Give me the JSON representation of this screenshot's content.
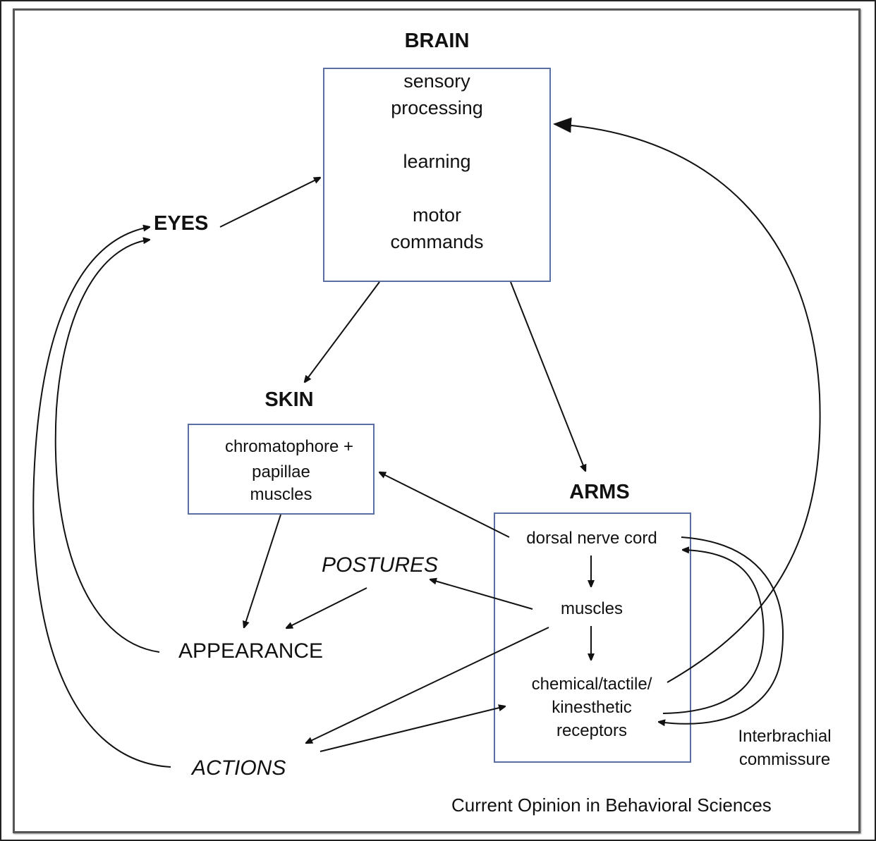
{
  "colors": {
    "box_border": "#5b6ea3",
    "arrow": "#111111",
    "frame": "#555555",
    "text": "#111111"
  },
  "nodes": {
    "brain": {
      "heading": "BRAIN",
      "lines": [
        "sensory",
        "processing",
        "learning",
        "motor",
        "commands"
      ]
    },
    "eyes": {
      "label": "EYES"
    },
    "skin": {
      "heading": "SKIN",
      "lines": [
        "chromatophore +",
        "papillae",
        "muscles"
      ]
    },
    "arms": {
      "heading": "ARMS",
      "dorsal_nerve_cord": "dorsal nerve cord",
      "muscles": "muscles",
      "receptors_lines": [
        "chemical/tactile/",
        "kinesthetic",
        "receptors"
      ]
    },
    "postures": {
      "label": "POSTURES"
    },
    "appearance": {
      "label": "APPEARANCE"
    },
    "actions": {
      "label": "ACTIONS"
    },
    "commissure": {
      "lines": [
        "Interbrachial",
        "commissure"
      ]
    }
  },
  "edges": [
    {
      "from": "eyes",
      "to": "brain"
    },
    {
      "from": "brain",
      "to": "skin"
    },
    {
      "from": "brain",
      "to": "arms"
    },
    {
      "from": "arms.receptors",
      "to": "brain"
    },
    {
      "from": "arms.dorsal_nerve_cord",
      "to": "skin"
    },
    {
      "from": "arms.dorsal_nerve_cord",
      "to": "arms.muscles"
    },
    {
      "from": "arms.muscles",
      "to": "arms.receptors"
    },
    {
      "from": "arms.muscles",
      "to": "postures"
    },
    {
      "from": "arms.muscles",
      "to": "actions"
    },
    {
      "from": "actions",
      "to": "arms.receptors"
    },
    {
      "from": "skin",
      "to": "appearance"
    },
    {
      "from": "postures",
      "to": "appearance"
    },
    {
      "from": "appearance",
      "to": "eyes"
    },
    {
      "from": "actions",
      "to": "eyes"
    },
    {
      "from": "arms.dorsal_nerve_cord",
      "to": "arms.receptors",
      "via": "interbrachial commissure"
    },
    {
      "from": "arms.receptors",
      "to": "arms.dorsal_nerve_cord",
      "via": "interbrachial commissure"
    }
  ],
  "credit": "Current Opinion in Behavioral Sciences"
}
